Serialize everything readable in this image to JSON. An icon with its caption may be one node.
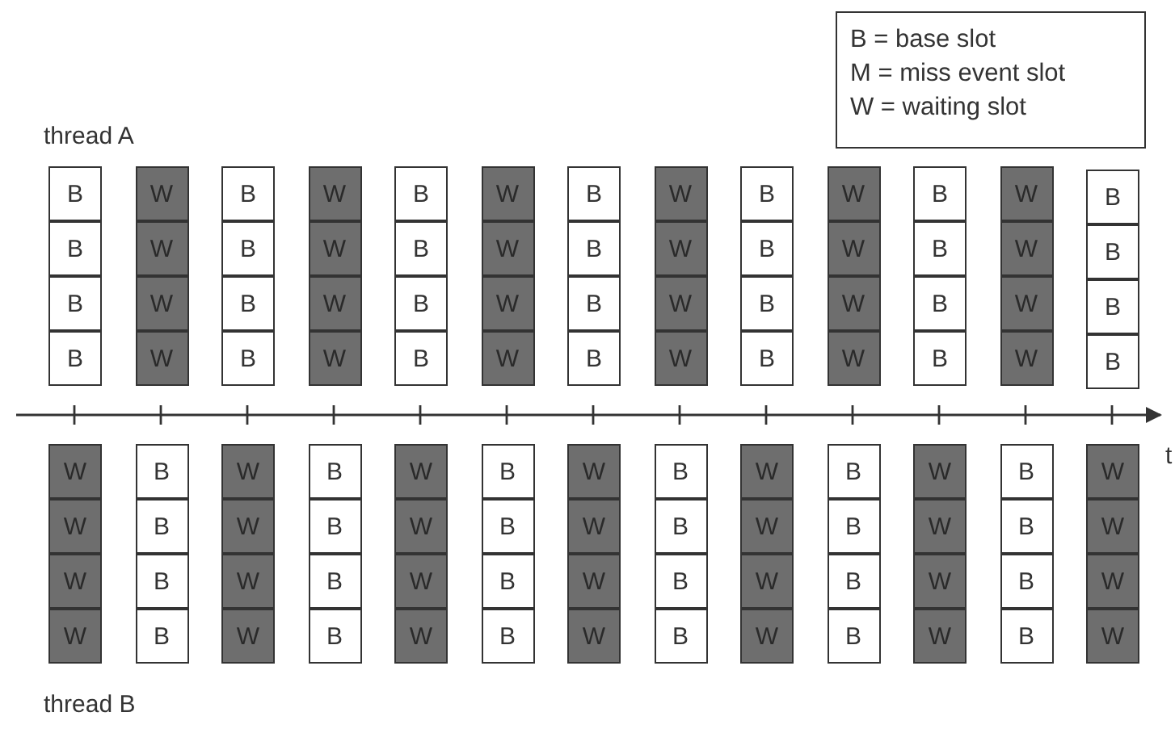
{
  "diagram": {
    "nodes": [
      {
        "text": [
          "B = base slot",
          "M = miss event slot",
          "W = waiting slot"
        ]
      },
      {
        "text": [
          "B"
        ]
      },
      {
        "text": [
          "B"
        ]
      },
      {
        "text": [
          "B"
        ]
      },
      {
        "text": [
          "B"
        ]
      },
      {
        "text": [
          "W"
        ]
      },
      {
        "text": [
          "W"
        ]
      },
      {
        "text": [
          "W"
        ]
      },
      {
        "text": [
          "W"
        ]
      },
      {
        "text": [
          "B"
        ]
      },
      {
        "text": [
          "B"
        ]
      },
      {
        "text": [
          "B"
        ]
      },
      {
        "text": [
          "B"
        ]
      },
      {
        "text": [
          "W"
        ]
      },
      {
        "text": [
          "W"
        ]
      },
      {
        "text": [
          "W"
        ]
      },
      {
        "text": [
          "W"
        ]
      },
      {
        "text": [
          "B"
        ]
      },
      {
        "text": [
          "B"
        ]
      },
      {
        "text": [
          "B"
        ]
      },
      {
        "text": [
          "B"
        ]
      },
      {
        "text": [
          "W"
        ]
      },
      {
        "text": [
          "W"
        ]
      },
      {
        "text": [
          "W"
        ]
      },
      {
        "text": [
          "W"
        ]
      },
      {
        "text": [
          "B"
        ]
      },
      {
        "text": [
          "B"
        ]
      },
      {
        "text": [
          "B"
        ]
      },
      {
        "text": [
          "B"
        ]
      },
      {
        "text": [
          "W"
        ]
      },
      {
        "text": [
          "W"
        ]
      },
      {
        "text": [
          "W"
        ]
      },
      {
        "text": [
          "W"
        ]
      },
      {
        "text": [
          "B"
        ]
      },
      {
        "text": [
          "B"
        ]
      },
      {
        "text": [
          "B"
        ]
      },
      {
        "text": [
          "B"
        ]
      },
      {
        "text": [
          "W"
        ]
      },
      {
        "text": [
          "W"
        ]
      },
      {
        "text": [
          "W"
        ]
      },
      {
        "text": [
          "W"
        ]
      },
      {
        "text": [
          "B"
        ]
      },
      {
        "text": [
          "B"
        ]
      },
      {
        "text": [
          "B"
        ]
      },
      {
        "text": [
          "B"
        ]
      },
      {
        "text": [
          "W"
        ]
      },
      {
        "text": [
          "W"
        ]
      },
      {
        "text": [
          "W"
        ]
      },
      {
        "text": [
          "W"
        ]
      },
      {
        "text": [
          "B"
        ]
      },
      {
        "text": [
          "B"
        ]
      },
      {
        "text": [
          "B"
        ]
      },
      {
        "text": [
          "B"
        ]
      },
      {
        "text": [
          "W"
        ]
      },
      {
        "text": [
          "W"
        ]
      },
      {
        "text": [
          "W"
        ]
      },
      {
        "text": [
          "W"
        ]
      },
      {
        "text": [
          "B"
        ]
      },
      {
        "text": [
          "B"
        ]
      },
      {
        "text": [
          "B"
        ]
      },
      {
        "text": [
          "B"
        ]
      },
      {
        "text": [
          "W"
        ]
      },
      {
        "text": [
          "W"
        ]
      },
      {
        "text": [
          "W"
        ]
      },
      {
        "text": [
          "W"
        ]
      },
      {
        "text": [
          "B"
        ]
      },
      {
        "text": [
          "B"
        ]
      },
      {
        "text": [
          "B"
        ]
      },
      {
        "text": [
          "B"
        ]
      },
      {
        "text": [
          "W"
        ]
      },
      {
        "text": [
          "W"
        ]
      },
      {
        "text": [
          "W"
        ]
      },
      {
        "text": [
          "W"
        ]
      },
      {
        "text": [
          "B"
        ]
      },
      {
        "text": [
          "B"
        ]
      },
      {
        "text": [
          "B"
        ]
      },
      {
        "text": [
          "B"
        ]
      },
      {
        "text": [
          "W"
        ]
      },
      {
        "text": [
          "W"
        ]
      },
      {
        "text": [
          "W"
        ]
      },
      {
        "text": [
          "W"
        ]
      },
      {
        "text": [
          "B"
        ]
      },
      {
        "text": [
          "B"
        ]
      },
      {
        "text": [
          "B"
        ]
      },
      {
        "text": [
          "B"
        ]
      },
      {
        "text": [
          "W"
        ]
      },
      {
        "text": [
          "W"
        ]
      },
      {
        "text": [
          "W"
        ]
      },
      {
        "text": [
          "W"
        ]
      },
      {
        "text": [
          "B"
        ]
      },
      {
        "text": [
          "B"
        ]
      },
      {
        "text": [
          "B"
        ]
      },
      {
        "text": [
          "B"
        ]
      },
      {
        "text": [
          "W"
        ]
      },
      {
        "text": [
          "W"
        ]
      },
      {
        "text": [
          "W"
        ]
      },
      {
        "text": [
          "W"
        ]
      },
      {
        "text": [
          "B"
        ]
      },
      {
        "text": [
          "B"
        ]
      },
      {
        "text": [
          "B"
        ]
      },
      {
        "text": [
          "B"
        ]
      },
      {
        "text": [
          "W"
        ]
      },
      {
        "text": [
          "W"
        ]
      },
      {
        "text": [
          "W"
        ]
      },
      {
        "text": [
          "W"
        ]
      }
    ],
    "labels": [
      "thread A",
      "t",
      "thread B"
    ]
  }
}
